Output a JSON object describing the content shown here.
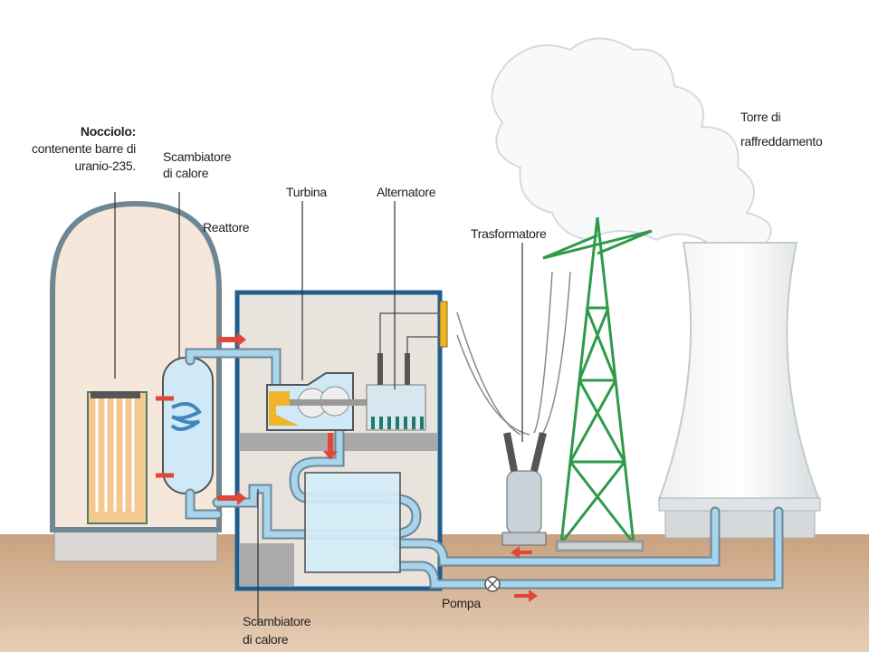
{
  "labels": {
    "core_title": "Nocciolo:",
    "core_line2": "contenente barre di",
    "core_line3": "uranio-235.",
    "exchanger_top_1": "Scambiatore",
    "exchanger_top_2": "di calore",
    "reactor": "Reattore",
    "turbine": "Turbina",
    "alternator": "Alternatore",
    "transformer": "Trasformatore",
    "tower_1": "Torre di",
    "tower_2": "raffreddamento",
    "pump": "Pompa",
    "exchanger_bottom_1": "Scambiatore",
    "exchanger_bottom_2": "di calore"
  },
  "colors": {
    "ground": "#c9a27f",
    "building_border": "#1f5f8f",
    "pipe": "#9fd0ea",
    "hot_arrow": "#e2463a",
    "pylon": "#2e9a4a",
    "turbine_body": "#f0b429"
  }
}
